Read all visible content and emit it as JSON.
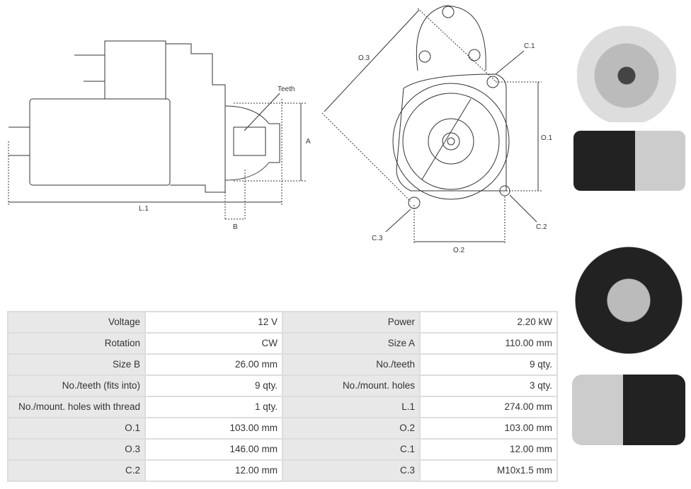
{
  "diagram": {
    "teeth": "Teeth",
    "a": "A",
    "b": "B",
    "l1": "L.1",
    "o1": "O.1",
    "o2": "O.2",
    "o3": "O.3",
    "c1": "C.1",
    "c2": "C.2",
    "c3": "C.3"
  },
  "specs": [
    {
      "k1": "Voltage",
      "v1": "12 V",
      "k2": "Power",
      "v2": "2.20 kW"
    },
    {
      "k1": "Rotation",
      "v1": "CW",
      "k2": "Size A",
      "v2": "110.00 mm"
    },
    {
      "k1": "Size B",
      "v1": "26.00 mm",
      "k2": "No./teeth",
      "v2": "9 qty."
    },
    {
      "k1": "No./teeth (fits into)",
      "v1": "9 qty.",
      "k2": "No./mount. holes",
      "v2": "3 qty."
    },
    {
      "k1": "No./mount. holes with thread",
      "v1": "1 qty.",
      "k2": "L.1",
      "v2": "274.00 mm"
    },
    {
      "k1": "O.1",
      "v1": "103.00 mm",
      "k2": "O.2",
      "v2": "103.00 mm"
    },
    {
      "k1": "O.3",
      "v1": "146.00 mm",
      "k2": "C.1",
      "v2": "12.00 mm"
    },
    {
      "k1": "C.2",
      "v1": "12.00 mm",
      "k2": "C.3",
      "v2": "M10x1.5 mm"
    }
  ]
}
